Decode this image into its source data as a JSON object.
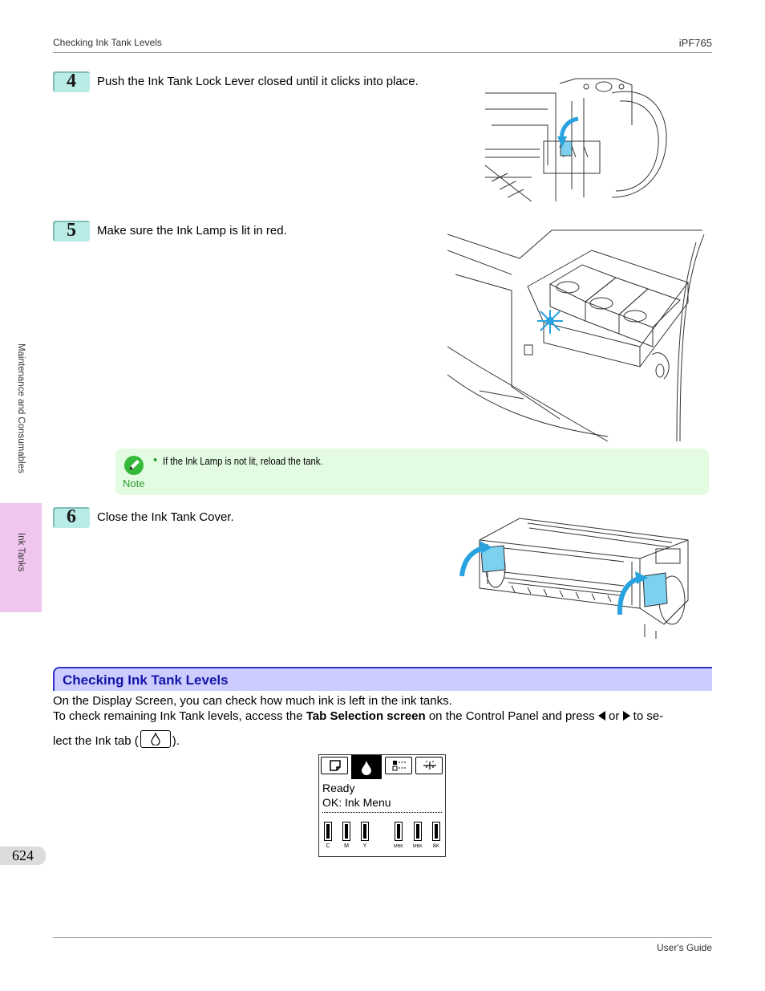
{
  "header": {
    "left": "Checking Ink Tank Levels",
    "right": "iPF765"
  },
  "footer": {
    "right": "User's Guide"
  },
  "page_number": "624",
  "sidebar": {
    "section": "Maintenance and Consumables",
    "subsection": "Ink Tanks"
  },
  "steps": [
    {
      "number": "4",
      "text": "Push the Ink Tank Lock Lever closed until it clicks into place."
    },
    {
      "number": "5",
      "text": "Make sure the Ink Lamp is lit in red."
    },
    {
      "number": "6",
      "text": "Close the Ink Tank Cover."
    }
  ],
  "note": {
    "label": "Note",
    "bullet": "•",
    "text": "If the Ink Lamp is not lit, reload the tank."
  },
  "section": {
    "title": "Checking Ink Tank Levels",
    "para1": "On the Display Screen, you can check how much ink is left in the ink tanks.",
    "para2_a": "To check remaining Ink Tank levels, access the ",
    "para2_bold": "Tab Selection screen",
    "para2_b": " on the Control Panel and press ",
    "para2_or": " or ",
    "para2_c": " to se-",
    "para3_a": "lect the Ink tab (",
    "para3_b": ")."
  },
  "lcd": {
    "line1": "Ready",
    "line2": "OK: Ink Menu",
    "inks": [
      {
        "label": "C",
        "level": 1.0
      },
      {
        "label": "M",
        "level": 1.0
      },
      {
        "label": "Y",
        "level": 1.0
      },
      {
        "label": "MBK",
        "level": 1.0
      },
      {
        "label": "MBK",
        "level": 1.0
      },
      {
        "label": "BK",
        "level": 1.0
      }
    ]
  },
  "colors": {
    "step_badge": "#b9ece6",
    "note_bg": "#e3fbe1",
    "section_bg": "#ccccff",
    "section_title": "#1515a8",
    "side_tab": "#f0c6ee",
    "figure_blue": "#29a3e0"
  }
}
